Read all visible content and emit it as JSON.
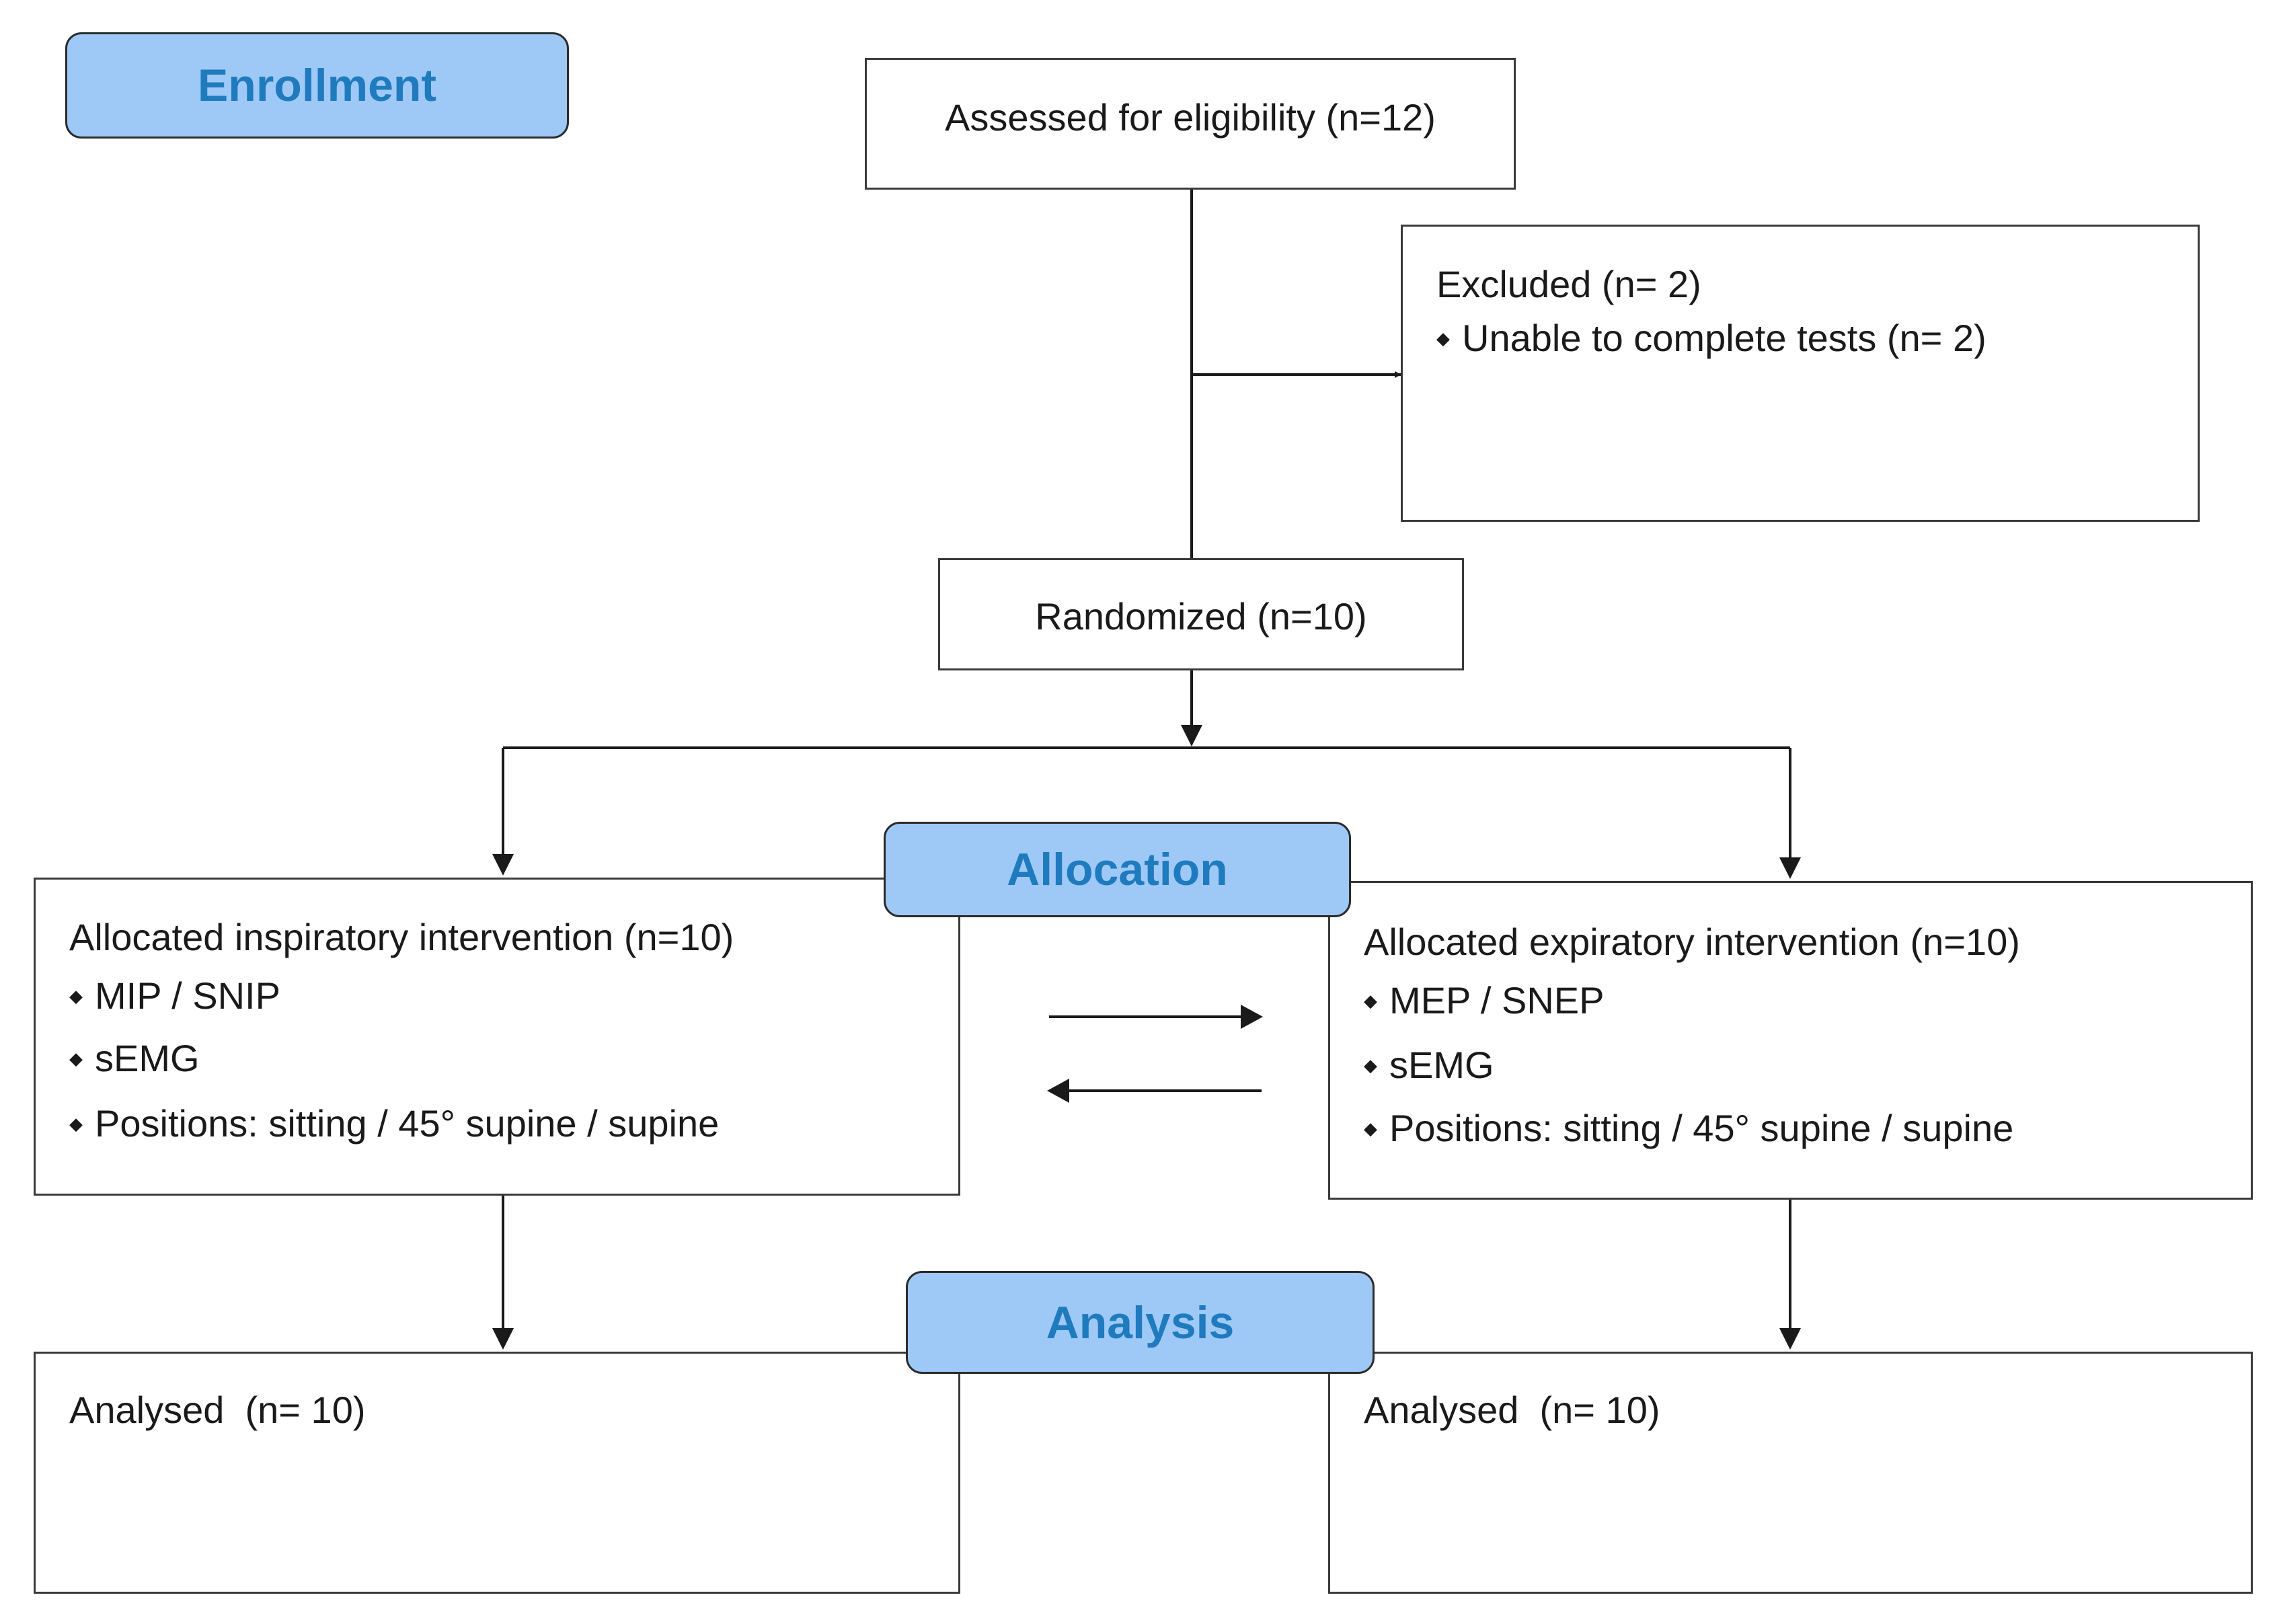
{
  "stages": {
    "enrollment": "Enrollment",
    "allocation": "Allocation",
    "analysis": "Analysis"
  },
  "boxes": {
    "assessed": "Assessed for eligibility (n=12)",
    "excluded": {
      "title": "Excluded (n= 2)",
      "items": [
        "Unable to complete tests (n= 2)"
      ]
    },
    "randomized": "Randomized (n=10)",
    "inspiratory": {
      "title": "Allocated inspiratory intervention (n=10)",
      "items": [
        "MIP / SNIP",
        "sEMG",
        "Positions: sitting / 45° supine / supine"
      ]
    },
    "expiratory": {
      "title": "Allocated expiratory intervention (n=10)",
      "items": [
        "MEP / SNEP",
        "sEMG",
        "Positions: sitting / 45° supine / supine"
      ]
    },
    "analysed_left": "Analysed  (n= 10)",
    "analysed_right": "Analysed  (n= 10)"
  },
  "bullet_glyph": "◆",
  "colors": {
    "stage_fill": "#9ec9f7",
    "stage_text": "#1f7bbd",
    "line": "#1a1a1a"
  }
}
